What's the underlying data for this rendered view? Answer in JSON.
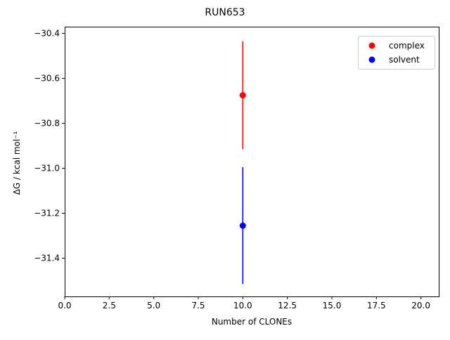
{
  "chart_data": {
    "type": "scatter",
    "title": "RUN653",
    "xlabel": "Number of CLONEs",
    "ylabel": "ΔG / kcal mol⁻¹",
    "xlim": [
      0.0,
      21.0
    ],
    "ylim": [
      -31.57,
      -30.37
    ],
    "xticks": [
      0.0,
      2.5,
      5.0,
      7.5,
      10.0,
      12.5,
      15.0,
      17.5,
      20.0
    ],
    "xtick_labels": [
      "0.0",
      "2.5",
      "5.0",
      "7.5",
      "10.0",
      "12.5",
      "15.0",
      "17.5",
      "20.0"
    ],
    "yticks": [
      -31.4,
      -31.2,
      -31.0,
      -30.8,
      -30.6,
      -30.4
    ],
    "ytick_labels": [
      "−31.4",
      "−31.2",
      "−31.0",
      "−30.8",
      "−30.6",
      "−30.4"
    ],
    "grid": false,
    "legend_position": "top-right",
    "series": [
      {
        "name": "complex",
        "color": "#ff0000",
        "x": [
          10
        ],
        "y": [
          -30.675
        ],
        "yerr_low": [
          -30.915
        ],
        "yerr_high": [
          -30.435
        ]
      },
      {
        "name": "solvent",
        "color": "#0000ff",
        "x": [
          10
        ],
        "y": [
          -31.255
        ],
        "yerr_low": [
          -31.515
        ],
        "yerr_high": [
          -30.995
        ]
      }
    ]
  }
}
